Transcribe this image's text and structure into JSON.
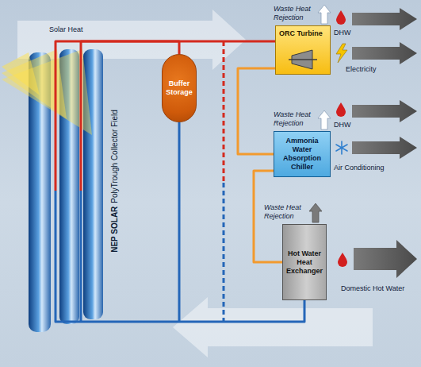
{
  "diagram": {
    "nodes": [
      {
        "text": [
          "NEP SOLAR",
          "PolyTrough Collector Field"
        ]
      },
      {
        "text": [
          "Buffer Storage"
        ]
      },
      {
        "text": [
          "ORC Turbine"
        ]
      },
      {
        "text": [
          "Ammonia Water Absorption Chiller"
        ]
      },
      {
        "text": [
          "Hot Water Heat Exchanger"
        ]
      }
    ],
    "edges": [
      {
        "from": 0,
        "to": 1,
        "arrow": "none"
      },
      {
        "from": 0,
        "to": 2,
        "arrow": "none"
      },
      {
        "from": 2,
        "to": 3,
        "arrow": "none"
      },
      {
        "from": 3,
        "to": 4,
        "arrow": "none"
      },
      {
        "from": 4,
        "to": 0,
        "arrow": "none"
      }
    ],
    "labels": [
      "Solar Heat",
      "Waste Heat Rejection",
      "DHW",
      "Electricity",
      "Waste Heat Rejection",
      "DHW",
      "Air Conditioning",
      "Waste Heat Rejection",
      "Domestic Hot Water"
    ]
  }
}
